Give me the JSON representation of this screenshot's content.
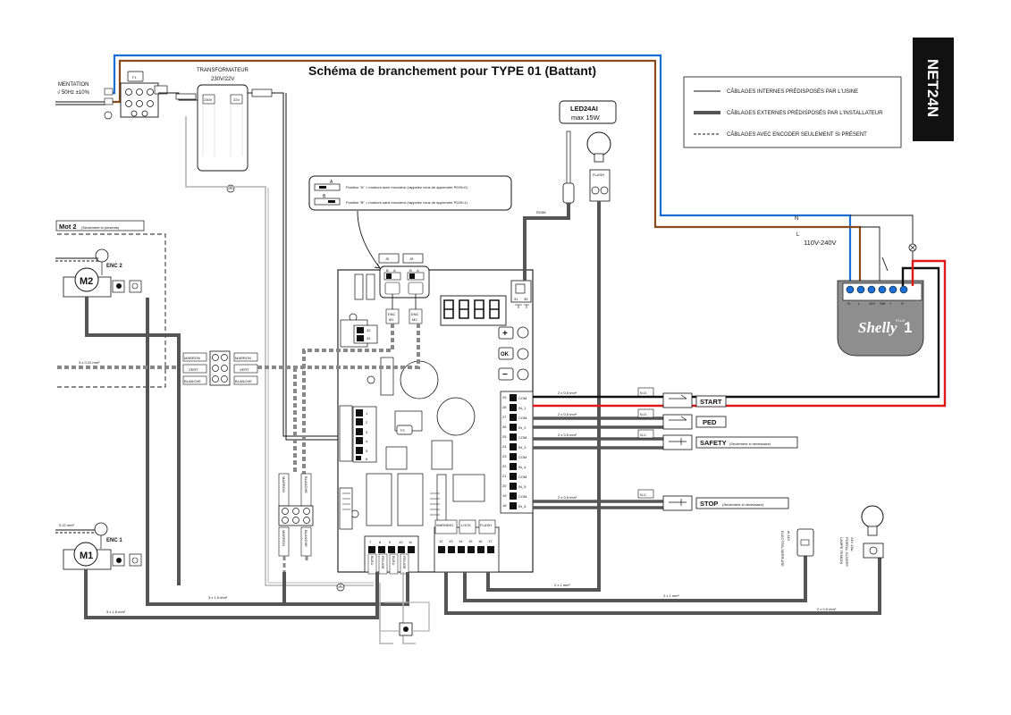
{
  "title": "Schéma de branchement pour TYPE 01 (Battant)",
  "side_tab": "NET24N",
  "legend": [
    {
      "style": "thin",
      "label": "CÂBLAGES INTERNES PRÉDISPOSÉS PAR L'USINE"
    },
    {
      "style": "thick",
      "label": "CÂBLAGES EXTERNES PRÉDISPOSÉS PAR L'INSTALLATEUR"
    },
    {
      "style": "dashed",
      "label": "CÂBLAGES AVEC ENCODER SEULEMENT SI PRÉSENT"
    }
  ],
  "supply": {
    "line1": "MENTATION",
    "line2": "√ 50Hz  ±10%",
    "fuse": "F1"
  },
  "transformer": {
    "title": "TRANSFORMATEUR",
    "rating": "230V/22V",
    "in": "230V",
    "out": "22V"
  },
  "lamp_top": {
    "model": "LED24AI",
    "power": "max 15W",
    "terminal": "FLASH"
  },
  "antenna": {
    "cable": "RG58",
    "pins": [
      "31",
      "35"
    ]
  },
  "jumper": {
    "pos_a_letter": "A",
    "pos_b_letter": "B",
    "pos_a": "Position \"A\" = moteurs avec encodeur (rappelez vous de apprendre P029=0)",
    "pos_b": "Position \"B\" = moteurs sans encodeur (rappelez vous de apprendre P029=1)"
  },
  "board": {
    "j5": "J5",
    "j9": "J9",
    "enc_m1": [
      "ENC",
      "M1"
    ],
    "enc_m2": [
      "ENC",
      "M2"
    ],
    "jumper_letters": [
      "B",
      "A",
      "B",
      "A"
    ],
    "btn_plus": "+",
    "btn_ok": "OK",
    "btn_minus": "−",
    "fuse2": "F2",
    "mains_pins": [
      "32",
      "33"
    ],
    "left_pins": [
      "1",
      "2",
      "3",
      "4",
      "5",
      "6"
    ],
    "input_pins": [
      "29",
      "28",
      "27",
      "26",
      "25",
      "24",
      "23",
      "22",
      "21",
      "20",
      "19",
      "18"
    ],
    "input_labels": [
      "COM",
      "IN_1",
      "COM",
      "IN_2",
      "COM",
      "IN_3",
      "COM",
      "IN_4",
      "COM",
      "IN_5",
      "COM",
      "IN_6"
    ],
    "motor_pins": [
      "7",
      "8",
      "9",
      "10",
      "11"
    ],
    "motor_wires": [
      "BLEU",
      "ROUGE",
      "BLEU",
      "ROUGE"
    ],
    "accessory_pins": [
      "12",
      "13",
      "14",
      "15",
      "16",
      "17"
    ],
    "accessory_labels": [
      "WARNING",
      "LOCK",
      "FLASH"
    ]
  },
  "mot2": {
    "title": "Mot 2",
    "note": "(Seulement si présents)",
    "motor": "M2",
    "encoder": "ENC 2"
  },
  "mot1": {
    "motor": "M1",
    "encoder": "ENC 1",
    "cable": "0,22 mm²"
  },
  "junction": {
    "cable": "3 x 0,22 mm²",
    "wires": [
      "MARRON",
      "VERT",
      "BLANCHE"
    ]
  },
  "vertical_wires": [
    "MARRON",
    "BLANCHE",
    "MARRON",
    "BLANCHE"
  ],
  "cables": {
    "c1": "3 x 1,5 mm²",
    "c2": "3 x 1,5 mm²",
    "c3": "2 x 1 mm²",
    "c4": "2 x 1 mm²",
    "c5": "2 x 0,5 mm²",
    "c6": "2 x 0,5 mm²"
  },
  "inputs": [
    {
      "contact": "N.O.",
      "cable": "2 x 0,5 mm²",
      "name": "START",
      "note": ""
    },
    {
      "contact": "N.O.",
      "cable": "2 x 0,5 mm²",
      "name": "PED",
      "note": ""
    },
    {
      "contact": "N.C.",
      "cable": "2 x 0,5 mm²",
      "name": "SAFETY",
      "note": "(Seulement si nécessaire)"
    },
    {
      "contact": "N.C.",
      "cable": "2 x 0,5 mm²",
      "name": "STOP",
      "note": "(Seulement si nécessaire)"
    }
  ],
  "shelly": {
    "neutral": "N",
    "live": "L",
    "voltage": "110V-240V",
    "pins": [
      "N",
      "L",
      "12V",
      "SW",
      "I",
      "O"
    ],
    "brand": "Shelly",
    "sub": "PLUS",
    "digit": "1"
  },
  "lock": {
    "line1": "ELECTRO-SERRURE",
    "line2": "et.110"
  },
  "lamp_bottom": {
    "line1": "LAMPE TEMOIN",
    "line2": "PORTAL OUVERT",
    "line3": "24V 15w"
  },
  "colors": {
    "blue": "#1a6fd6",
    "brown": "#8b4a1c",
    "red": "#e01818",
    "gray": "#555555",
    "light_gray": "#b3b3b3",
    "black": "#111111",
    "shelly_gray": "#8e8e8e"
  }
}
